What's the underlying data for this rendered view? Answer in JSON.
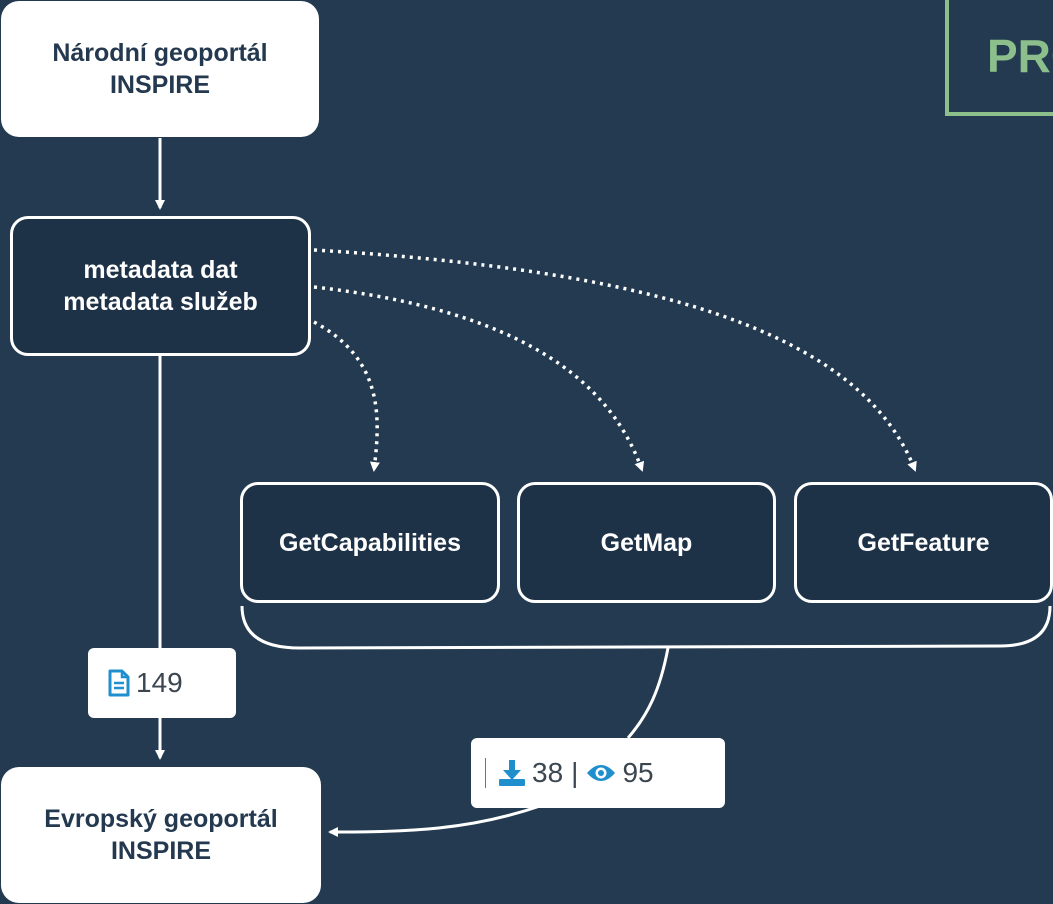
{
  "colors": {
    "background": "#233a50",
    "node_dark": "#1e3247",
    "node_light": "#ffffff",
    "text_dark": "#24394f",
    "accent_green": "#8dbf8d",
    "icon_blue": "#1f8fce"
  },
  "pro_label": "PRO",
  "nodes": {
    "national_portal": {
      "line1": "Národní geoportál",
      "line2": "INSPIRE"
    },
    "metadata": {
      "line1": "metadata dat",
      "line2": "metadata služeb"
    },
    "getcapabilities": "GetCapabilities",
    "getmap": "GetMap",
    "getfeature": "GetFeature",
    "european_portal": {
      "line1": "Evropský geoportál",
      "line2": "INSPIRE"
    }
  },
  "badges": {
    "metadata_count": {
      "icon": "document-icon",
      "value": "149"
    },
    "services": {
      "download_icon": "download-icon",
      "download_value": "38",
      "separator": "|",
      "view_icon": "eye-icon",
      "view_value": "95"
    }
  }
}
